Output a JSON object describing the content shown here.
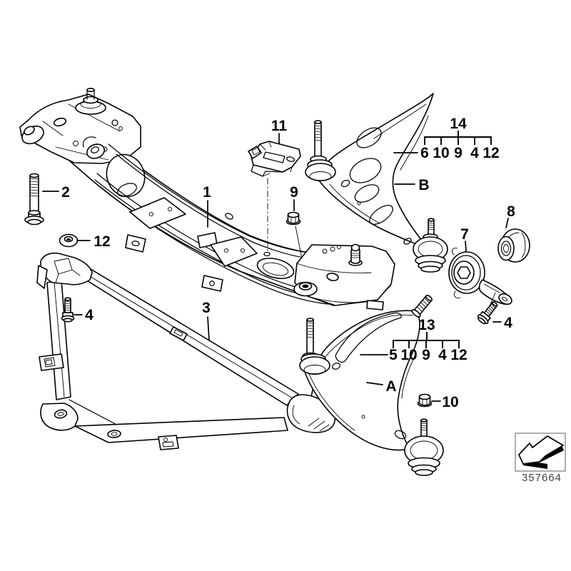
{
  "diagram": {
    "drawing_number": "357664",
    "callouts": {
      "part1": "1",
      "part2": "2",
      "part3": "3",
      "part4_left": "4",
      "part4_right": "4",
      "part7": "7",
      "part8": "8",
      "part9": "9",
      "part10": "10",
      "part11": "11",
      "part12": "12",
      "arm_a": "A",
      "arm_b": "B"
    },
    "group14": {
      "label": "14",
      "items": [
        "6",
        "10",
        "9",
        "4",
        "12"
      ]
    },
    "group13": {
      "label": "13",
      "items": [
        "5",
        "10",
        "9",
        "4",
        "12"
      ]
    }
  }
}
